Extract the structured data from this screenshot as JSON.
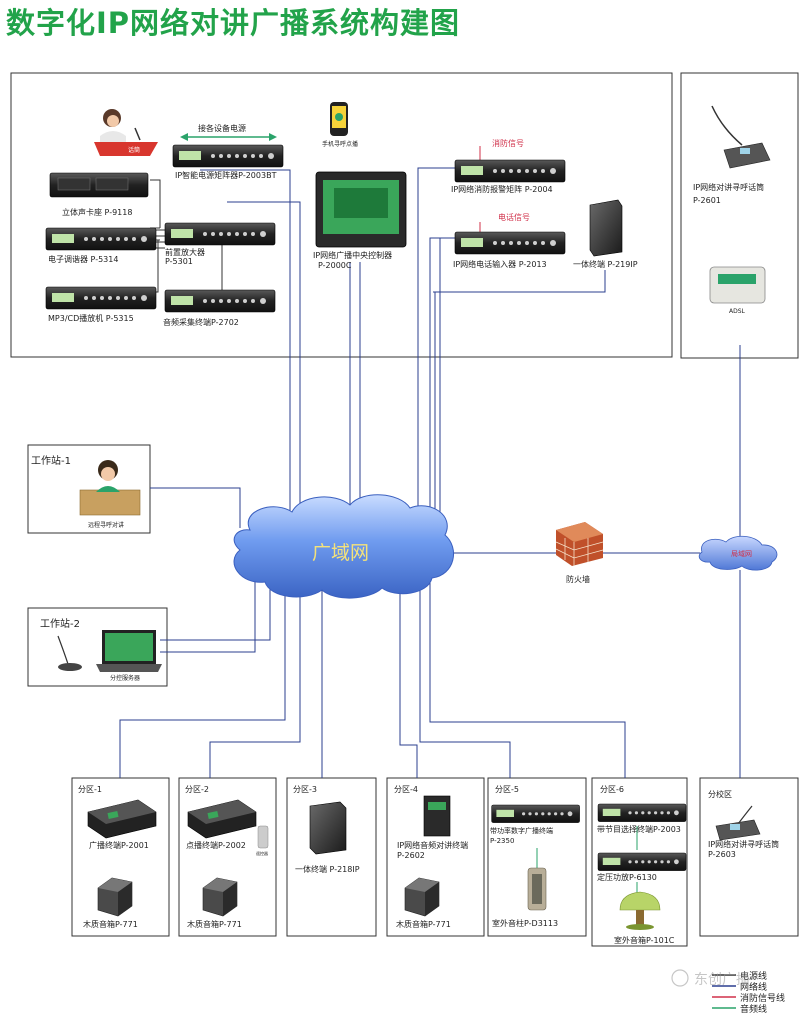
{
  "title": "数字化IP网络对讲广播系统构建图",
  "top_panel": {
    "mic_badge": "话筒",
    "power_bus": "接各设备电源",
    "power_matrix": "IP智能电源矩阵器P-2003BT",
    "phone_app": "手机寻呼点播",
    "cassette": "立体声卡座 P-9118",
    "tuner": "电子调谐器 P-5314",
    "cd_player": "MP3/CD播放机  P-5315",
    "preamp_l1": "前置放大器",
    "preamp_l2": "P-5301",
    "audio_terminal": "音频采集终端P-2702",
    "controller_l1": "IP网络广播中央控制器",
    "controller_l2": "P-2000C",
    "fire_signal": "消防信号",
    "fire_matrix": "IP网络消防报警矩阵 P-2004",
    "phone_signal": "电话信号",
    "phone_input": "IP网络电话输入器 P-2013",
    "speaker_term": "一体终端  P-219IP"
  },
  "right_panel": {
    "mic_l1": "IP网络对讲寻呼话筒",
    "mic_l2": "P-2601",
    "adsl": "ADSL"
  },
  "workstations": {
    "ws1_title": "工作站-1",
    "ws1_caption": "远程寻呼对讲",
    "ws2_title": "工作站-2",
    "ws2_caption": "分控服务器"
  },
  "network": {
    "wan": "广域网",
    "firewall": "防火墙",
    "wan2": "局域网"
  },
  "zones": [
    {
      "title": "分区-1",
      "device": "广播终端P-2001",
      "speaker": "木质音箱P-771"
    },
    {
      "title": "分区-2",
      "device": "点播终端P-2002",
      "speaker": "木质音箱P-771",
      "remote": "遥控器"
    },
    {
      "title": "分区-3",
      "device": "一体终端  P-218IP"
    },
    {
      "title": "分区-4",
      "device_l1": "IP网络音频对讲终端",
      "device_l2": "P-2602",
      "speaker": "木质音箱P-771"
    },
    {
      "title": "分区-5",
      "device_l1": "带功率数字广播终端",
      "device_l2": "P-2350",
      "speaker": "室外音柱P-D3113"
    },
    {
      "title": "分区-6",
      "device1": "带节目选择终端P-2003",
      "device2": "定压功放P-6130",
      "speaker": "室外音箱P-101C"
    }
  ],
  "branch": {
    "title": "分校区",
    "device_l1": "IP网络对讲寻呼话筒",
    "device_l2": "P-2603"
  },
  "legend": {
    "items": [
      "电源线",
      "网络线",
      "消防信号线",
      "音频线"
    ],
    "colors": [
      "#333333",
      "#2b3f8f",
      "#d0304a",
      "#2aa36a"
    ]
  },
  "watermark": "东创广播"
}
